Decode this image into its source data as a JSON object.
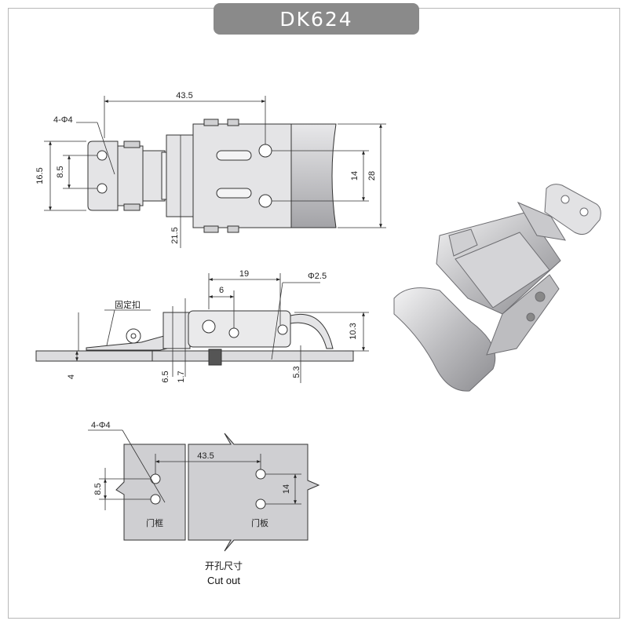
{
  "title": "DK624",
  "top_view": {
    "holes": "4-Φ4",
    "width": "43.5",
    "h1": "16.5",
    "h2": "8.5",
    "h3": "14",
    "h4": "28",
    "h5": "21.5"
  },
  "side_view": {
    "d19": "19",
    "d6": "6",
    "hole": "Φ2.5",
    "label_fixed_buckle": "固定扣",
    "d10_3": "10.3",
    "d4": "4",
    "d6_5": "6.5",
    "d1_7": "1.7",
    "d5_3": "5.3"
  },
  "cutout": {
    "holes": "4-Φ4",
    "width": "43.5",
    "h1": "8.5",
    "h2": "14",
    "frame_label": "门框",
    "door_label": "门板",
    "caption_cn": "开孔尺寸",
    "caption_en": "Cut out"
  },
  "colors": {
    "pill": "#8a8a8a",
    "plate": "#cfcfd2",
    "metal": "#d7d7d9",
    "line": "#333333"
  }
}
